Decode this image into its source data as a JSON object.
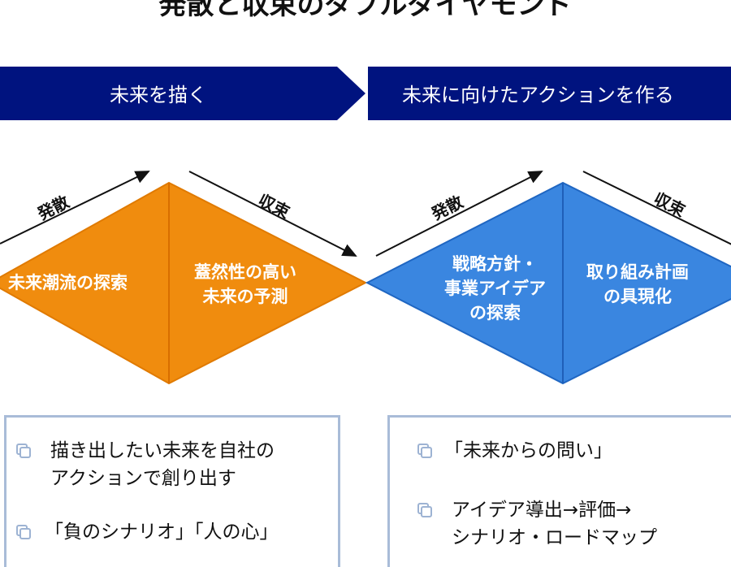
{
  "title": "発散と収束のダブルダイヤモンド",
  "banners": [
    {
      "label": "未来を描く"
    },
    {
      "label": "未来に向けたアクションを作る"
    }
  ],
  "arrows": {
    "diverge": "発散",
    "converge": "収束"
  },
  "diamonds": [
    {
      "left": "未来潮流の探索",
      "right_lines": [
        "蓋然性の高い",
        "未来の予測"
      ]
    },
    {
      "left_lines": [
        "戦略方針・",
        "事業アイデア",
        "の探索"
      ],
      "right_lines": [
        "取り組み計画",
        "の具現化"
      ]
    }
  ],
  "boxes": [
    {
      "items": [
        [
          "描き出したい未来を自社の",
          "アクションで創り出す"
        ],
        [
          "「負のシナリオ」「人の心」"
        ]
      ]
    },
    {
      "items": [
        [
          "「未来からの問い」"
        ],
        [
          "アイデア導出→評価→",
          "シナリオ・ロードマップ"
        ]
      ]
    }
  ],
  "colors": {
    "navy": "#00137F",
    "orange": "#F08C0E",
    "blue": "#3A86E0",
    "box_border": "#A9BCD8"
  }
}
